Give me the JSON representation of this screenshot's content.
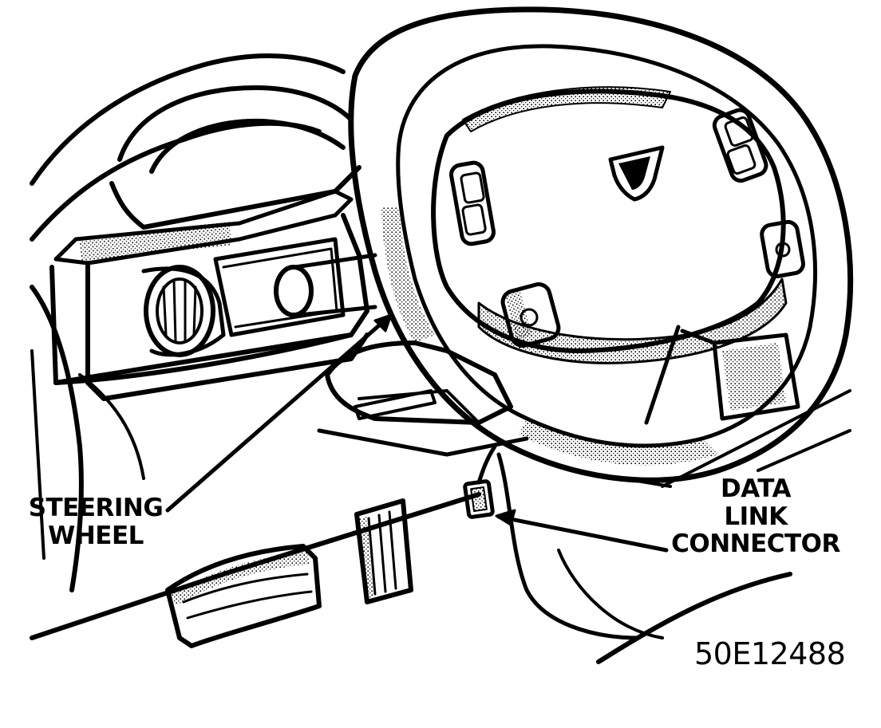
{
  "labels": {
    "steering_wheel": [
      "STEERING",
      "WHEEL"
    ],
    "data_link_connector": [
      "DATA",
      "LINK",
      "CONNECTOR"
    ],
    "figure_code": "50E12488"
  },
  "colors": {
    "ink": "#000000",
    "paper": "#ffffff",
    "stipple": "#9a9a9a"
  }
}
